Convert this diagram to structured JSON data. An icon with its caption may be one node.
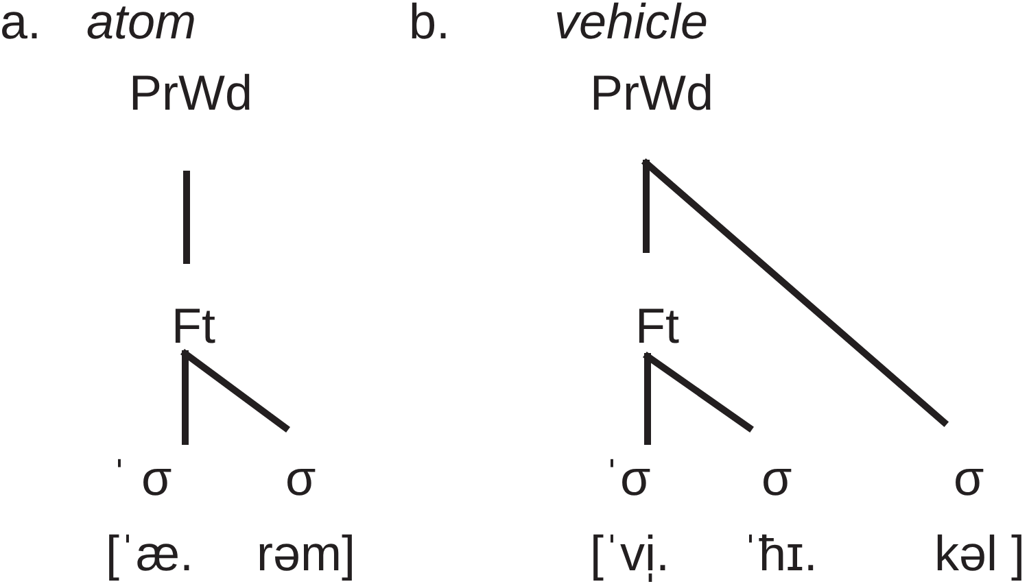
{
  "diagram": {
    "nodes": [
      {
        "text": [
          "PrWd"
        ]
      },
      {
        "text": [
          "Ft"
        ]
      },
      {
        "text": [
          "ˈ σ"
        ]
      },
      {
        "text": [
          "σ"
        ]
      },
      {
        "text": [
          "PrWd"
        ]
      },
      {
        "text": [
          "Ft"
        ]
      },
      {
        "text": [
          "ˈσ"
        ]
      },
      {
        "text": [
          "σ"
        ]
      },
      {
        "text": [
          "σ"
        ]
      }
    ],
    "edges": [
      {
        "from": 0,
        "to": 1,
        "arrow": "none"
      },
      {
        "from": 1,
        "to": 2,
        "arrow": "none"
      },
      {
        "from": 1,
        "to": 3,
        "arrow": "none"
      },
      {
        "from": 4,
        "to": 5,
        "arrow": "none"
      },
      {
        "from": 4,
        "to": 8,
        "arrow": "none"
      },
      {
        "from": 5,
        "to": 6,
        "arrow": "none"
      },
      {
        "from": 5,
        "to": 7,
        "arrow": "none"
      }
    ],
    "labels": [
      "a.",
      "atom",
      "b.",
      "vehicle",
      "[ˈæ.",
      "rəm]",
      "[ˈvi̩.",
      "ˈħɪ.",
      "kəl ]"
    ]
  }
}
